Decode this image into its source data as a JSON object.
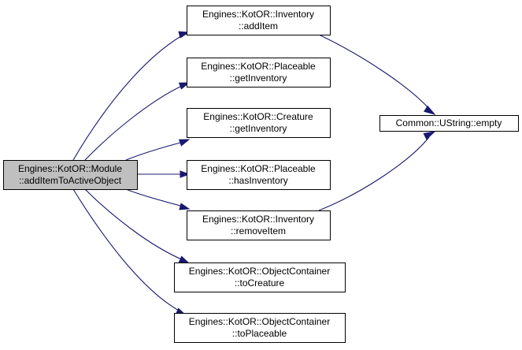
{
  "nodes": [
    {
      "id": "root",
      "line1": "Engines::KotOR::Module",
      "line2": "::addItemToActiveObject",
      "highlight": true
    },
    {
      "id": "inv_add",
      "line1": "Engines::KotOR::Inventory",
      "line2": "::addItem"
    },
    {
      "id": "plc_getinv",
      "line1": "Engines::KotOR::Placeable",
      "line2": "::getInventory"
    },
    {
      "id": "cre_getinv",
      "line1": "Engines::KotOR::Creature",
      "line2": "::getInventory"
    },
    {
      "id": "plc_hasinv",
      "line1": "Engines::KotOR::Placeable",
      "line2": "::hasInventory"
    },
    {
      "id": "inv_remove",
      "line1": "Engines::KotOR::Inventory",
      "line2": "::removeItem"
    },
    {
      "id": "oc_tocre",
      "line1": "Engines::KotOR::ObjectContainer",
      "line2": "::toCreature"
    },
    {
      "id": "oc_toplc",
      "line1": "Engines::KotOR::ObjectContainer",
      "line2": "::toPlaceable"
    },
    {
      "id": "ustring_empty",
      "line1": "Common::UString::empty",
      "line2": ""
    }
  ],
  "edges": [
    {
      "from": "root",
      "to": "inv_add"
    },
    {
      "from": "root",
      "to": "plc_getinv"
    },
    {
      "from": "root",
      "to": "cre_getinv"
    },
    {
      "from": "root",
      "to": "plc_hasinv"
    },
    {
      "from": "root",
      "to": "inv_remove"
    },
    {
      "from": "root",
      "to": "oc_tocre"
    },
    {
      "from": "root",
      "to": "oc_toplc"
    },
    {
      "from": "inv_add",
      "to": "ustring_empty"
    },
    {
      "from": "inv_remove",
      "to": "ustring_empty"
    }
  ],
  "colors": {
    "edge": "#191970",
    "root_fill": "#bfbfbf",
    "node_fill": "#ffffff",
    "border": "#000000"
  }
}
